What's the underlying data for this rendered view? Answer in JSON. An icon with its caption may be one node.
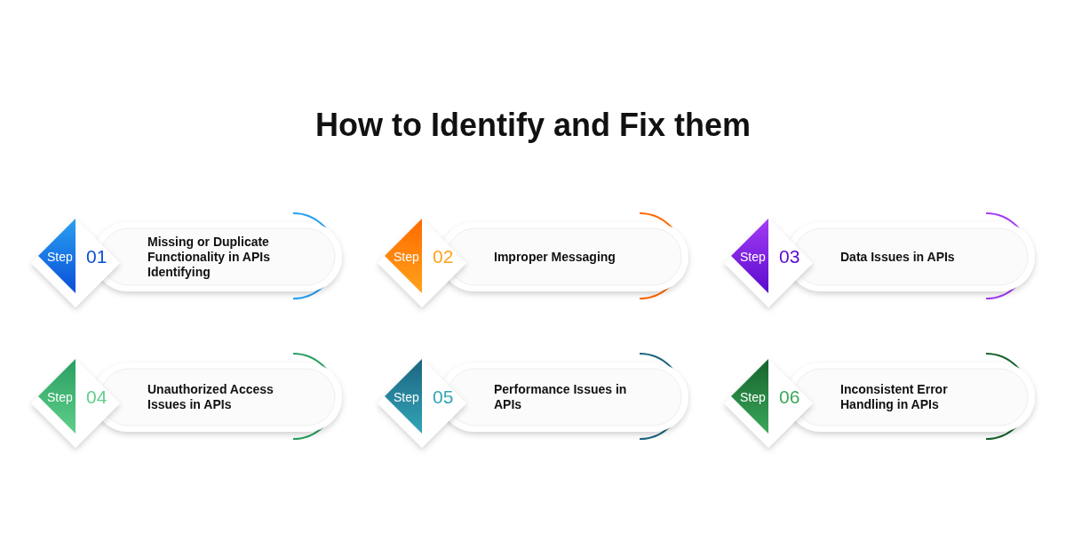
{
  "diagram": {
    "title": "How to Identify and Fix them",
    "nodes": [
      {
        "text": [
          "Step",
          "01",
          "Missing or Duplicate Functionality in APIs Identifying"
        ]
      },
      {
        "text": [
          "Step",
          "02",
          "Improper Messaging"
        ]
      },
      {
        "text": [
          "Step",
          "03",
          "Data Issues in APIs"
        ]
      },
      {
        "text": [
          "Step",
          "04",
          "Unauthorized Access Issues in APIs"
        ]
      },
      {
        "text": [
          "Step",
          "05",
          "Performance Issues in APIs"
        ]
      },
      {
        "text": [
          "Step",
          "06",
          "Inconsistent Error Handling in APIs"
        ]
      }
    ]
  }
}
